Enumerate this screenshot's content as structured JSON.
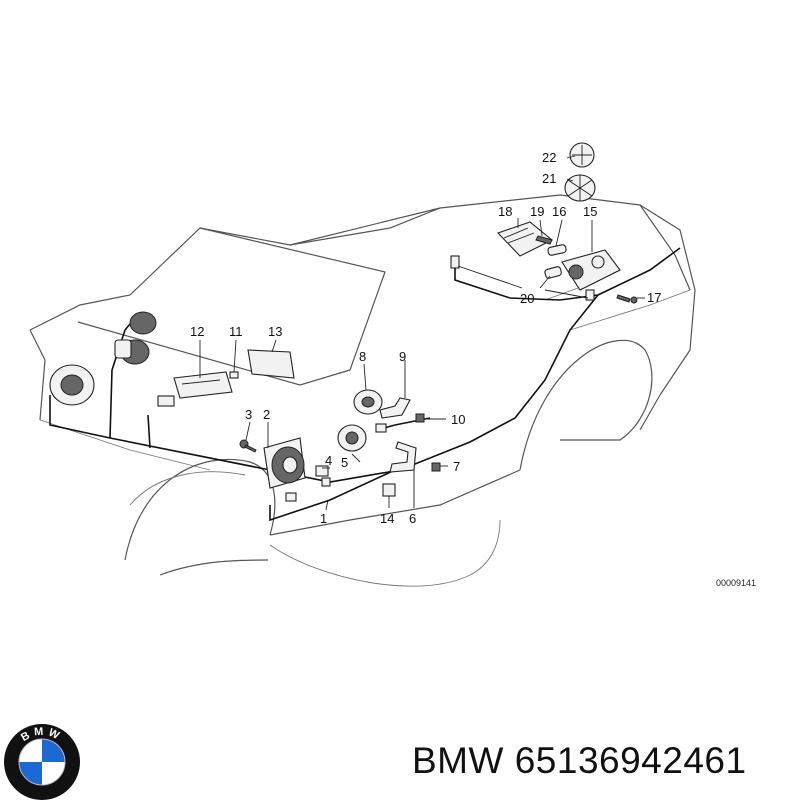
{
  "diagram": {
    "part_labels": {
      "p1": "1",
      "p2": "2",
      "p3": "3",
      "p4": "4",
      "p5": "5",
      "p6": "6",
      "p7": "7",
      "p8": "8",
      "p9": "9",
      "p10": "10",
      "p11": "11",
      "p12": "12",
      "p13": "13",
      "p14": "14",
      "p15": "15",
      "p16": "16",
      "p17": "17",
      "p18": "18",
      "p19": "19",
      "p20": "20",
      "p21": "21",
      "p22": "22"
    },
    "drawing_code": "00009141"
  },
  "logo": {
    "text": "BMW",
    "colors": {
      "blue": "#1c69d4",
      "ring": "#111111",
      "white": "#ffffff"
    }
  },
  "caption": {
    "brand": "BMW",
    "part_number": "65136942461"
  }
}
